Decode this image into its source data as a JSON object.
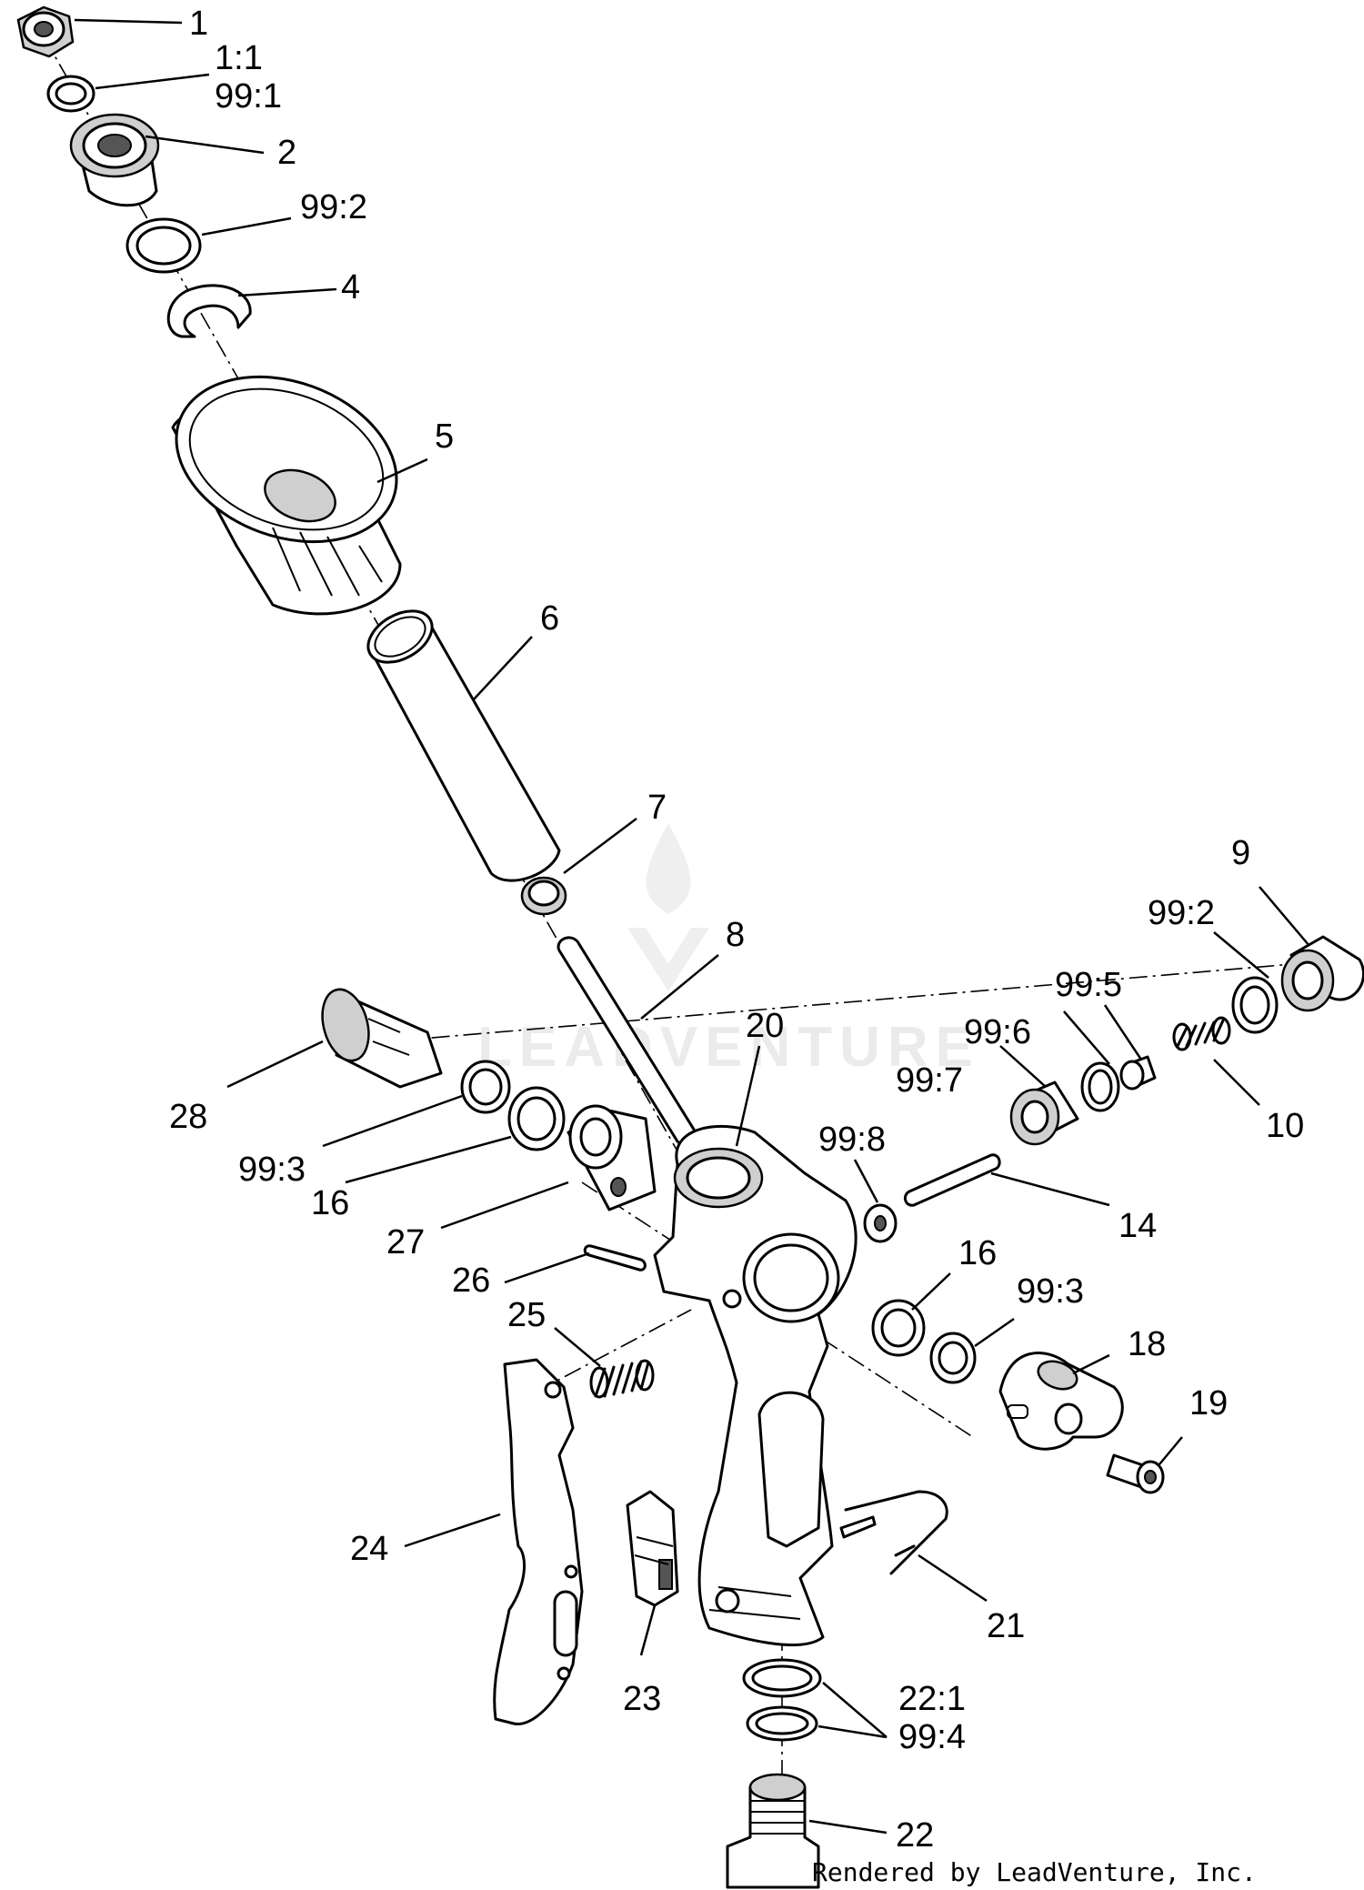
{
  "diagram": {
    "labels": {
      "p1": "1",
      "p1_1": "1:1",
      "p99_1": "99:1",
      "p2": "2",
      "p99_2a": "99:2",
      "p4": "4",
      "p5": "5",
      "p6": "6",
      "p7": "7",
      "p8": "8",
      "p9": "9",
      "p99_2b": "99:2",
      "p99_5": "99:5",
      "p99_6": "99:6",
      "p99_7": "99:7",
      "p10": "10",
      "p20": "20",
      "p28": "28",
      "p99_8": "99:8",
      "p99_3a": "99:3",
      "p16a": "16",
      "p14": "14",
      "p27": "27",
      "p26": "26",
      "p16b": "16",
      "p99_3b": "99:3",
      "p25": "25",
      "p18": "18",
      "p19": "19",
      "p24": "24",
      "p21": "21",
      "p23": "23",
      "p22_1": "22:1",
      "p99_4": "99:4",
      "p22": "22"
    },
    "watermark": "LEADVENTURE",
    "credit": "Rendered by LeadVenture, Inc."
  }
}
